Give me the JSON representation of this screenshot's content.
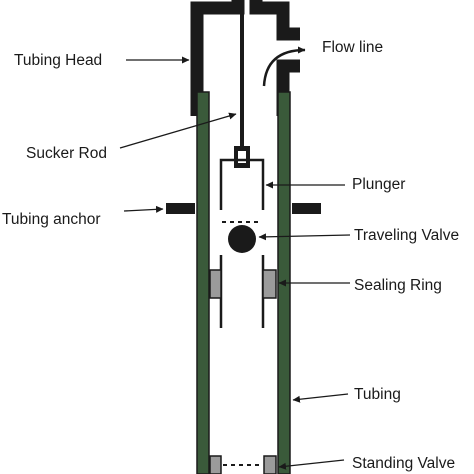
{
  "labels": {
    "tubing_head": "Tubing Head",
    "flow_line": "Flow line",
    "sucker_rod": "Sucker Rod",
    "plunger": "Plunger",
    "tubing_anchor": "Tubing anchor",
    "traveling_valve": "Traveling Valve",
    "sealing_ring": "Sealing Ring",
    "tubing": "Tubing",
    "standing_valve": "Standing Valve"
  },
  "colors": {
    "tubing_green": "#3a5a3a",
    "outline": "#1a1a1a",
    "seal_gray": "#9b9b9b",
    "label_text": "#1a1a1a"
  }
}
